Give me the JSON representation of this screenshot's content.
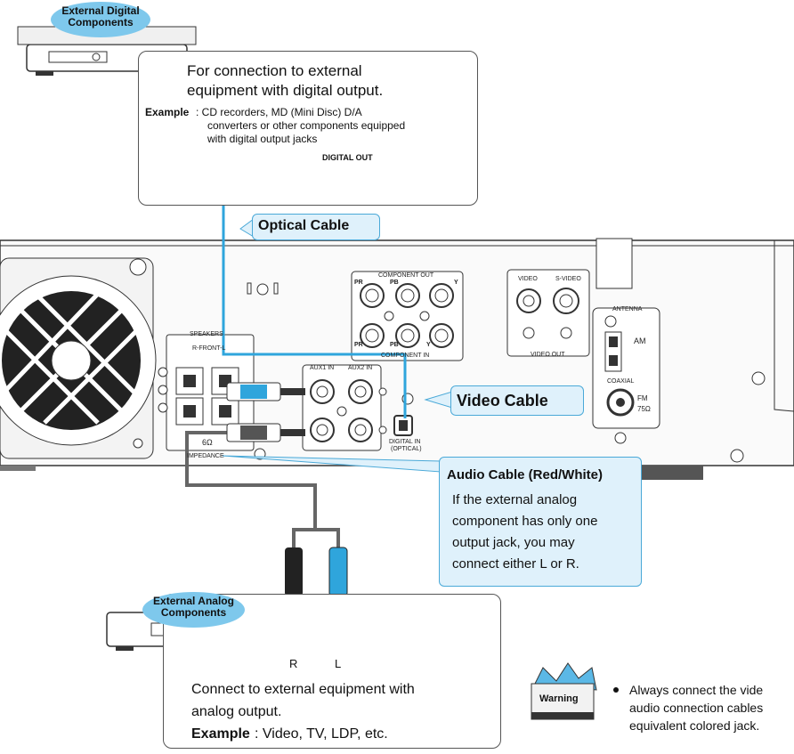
{
  "digital_bubble": "External Digital Components",
  "digital_box": {
    "line1": "For connection to external",
    "line2": "equipment with digital output.",
    "example_label": "Example",
    "example_line1": ": CD recorders, MD (Mini Disc) D/A",
    "example_line2": "converters or other components equipped",
    "example_line3": "with digital output jacks",
    "digital_out": "DIGITAL OUT"
  },
  "optical_cable": "Optical Cable",
  "video_cable": "Video Cable",
  "audio_callout": {
    "title": "Audio Cable (Red/White)",
    "line1": "If the external analog",
    "line2": "component has only one",
    "line3": "output jack, you may",
    "line4": "connect either L or R."
  },
  "panel_labels": {
    "component_out": "COMPONENT OUT",
    "component_in": "COMPONENT IN",
    "pr": "PR",
    "pb": "PB",
    "y": "Y",
    "video": "VIDEO",
    "s_video": "S-VIDEO",
    "video_out": "VIDEO OUT",
    "antenna": "ANTENNA",
    "am": "AM",
    "coaxial": "COAXIAL",
    "fm": "FM",
    "fm_ohm": "75Ω",
    "speakers": "SPEAKERS",
    "r_front_l": "R-FRONT-L",
    "six_ohm": "6Ω",
    "impedance": "IMPEDANCE",
    "aux1_in": "AUX1 IN",
    "aux2_in": "AUX2 IN",
    "digital_in": "DIGITAL IN",
    "optical": "(OPTICAL)"
  },
  "analog_bubble": "External Analog Components",
  "jack_r": "R",
  "jack_l": "L",
  "analog_box": {
    "line1": "Connect to external equipment with",
    "line2": "analog output.",
    "example_label": "Example",
    "example_text": ": Video, TV, LDP, etc."
  },
  "warning": {
    "icon_label": "Warning",
    "line1": "Always connect the vide",
    "line2": "audio connection cables",
    "line3": "equivalent colored jack."
  },
  "colors": {
    "accent": "#2fa5dc",
    "bubble": "#7ec8ec",
    "callout_bg": "#dff1fb"
  }
}
